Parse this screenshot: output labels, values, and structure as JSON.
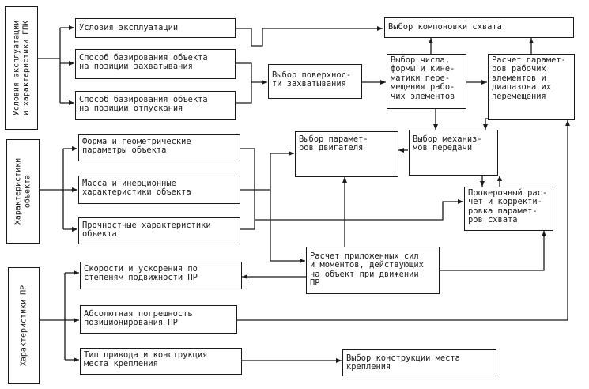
{
  "sidebars": {
    "operating": "Условия эксплуатации\nи характеристики ГПК",
    "object": "Характеристики\nобъекта",
    "robot": "Характеристики ПР"
  },
  "boxes": {
    "operating_conditions": "Условия эксплуатации",
    "basing_grip": "Способ базирования объекта\nна позиции захватывания",
    "basing_release": "Способ базирования объекта\nна позиции отпускания",
    "grip_surface": "Выбор поверхнос-\nти захватывания",
    "gripper_layout": "Выбор компоновки схвата",
    "elements_choice": "Выбор числа,\nформы и кине-\nматики пере-\nмещения рабо-\nчих элементов",
    "elements_calc": "Расчет парамет-\nров рабочих\nэлементов и\nдиапазона их\nперемещения",
    "shape_params": "Форма и геометрические\nпараметры объекта",
    "mass_inertia": "Масса и инерционные\nхарактеристики объекта",
    "strength": "Прочностные характеристики\nобъекта",
    "motor_params": "Выбор парамет-\nров двигателя",
    "transmission": "Выбор механиз-\nмов передачи",
    "verification": "Проверочный рас-\nчет и корректи-\nровка парамет-\nров схвата",
    "forces": "Расчет приложенных сил\nи моментов, действующих\nна объект при движении\nПР",
    "speeds": "Скорости и ускорения по\nстепеням подвижности ПР",
    "accuracy": "Абсолютная погрешность\nпозиционирования ПР",
    "drive_type": "Тип привода и конструкция\nместа крепления",
    "mount_choice": "Выбор конструкции места\nкрепления"
  }
}
